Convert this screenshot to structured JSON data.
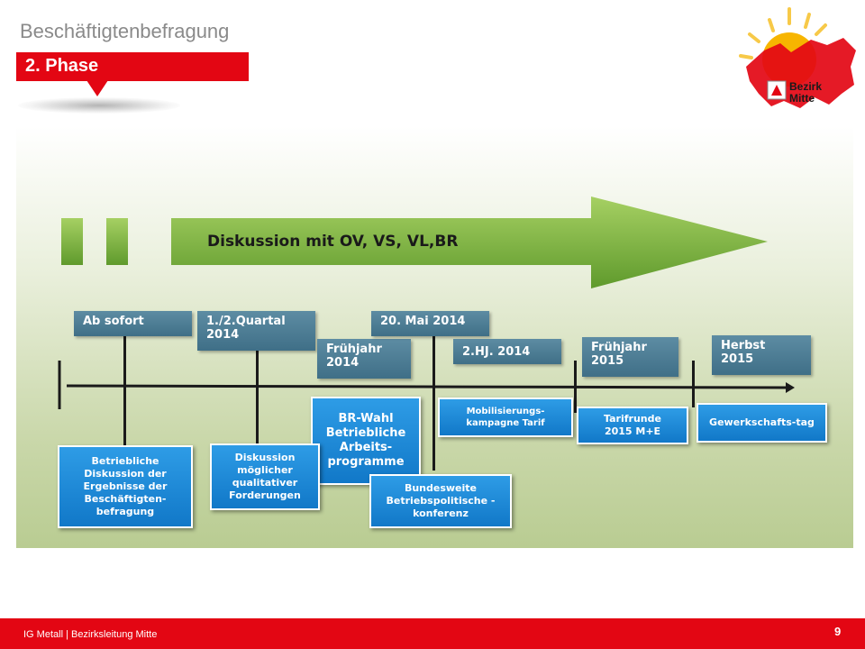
{
  "header": {
    "title": "Beschäftigtenbefragung",
    "phase": "2. Phase"
  },
  "logo": {
    "line1": "Bezirk",
    "line2": "Mitte",
    "colors": {
      "sun": "#f7b500",
      "region": "#e30613",
      "rays": "#f7c948"
    }
  },
  "arrow": {
    "label": "Diskussion mit OV, VS, VL,BR",
    "color": "#7fb33a"
  },
  "dates": {
    "ab_sofort": "Ab sofort",
    "quartal": "1./2.Quartal 2014",
    "fruehjahr_2014": "Frühjahr 2014",
    "mai_2014": "20. Mai 2014",
    "hj_2014": "2.HJ. 2014",
    "fruehjahr_2015": "Frühjahr 2015",
    "herbst_2015": "Herbst 2015"
  },
  "events": {
    "betriebliche_diskussion": "Betriebliche Diskussion der Ergebnisse der Beschäftigten-befragung",
    "diskussion_forderungen": "Diskussion möglicher qualitativer Forderungen",
    "br_wahl": "BR-Wahl Betriebliche Arbeits-programme",
    "bundesweite_konferenz": "Bundesweite Betriebspolitische -konferenz",
    "mobilisierung": "Mobilisierungs-kampagne Tarif",
    "tarifrunde": "Tarifrunde 2015 M+E",
    "gewerkschaftstag": "Gewerkschafts-tag"
  },
  "footer": {
    "text": "IG Metall | Bezirksleitung Mitte",
    "page": "9"
  },
  "colors": {
    "brand_red": "#e30613",
    "date_box": "#4a7c95",
    "event_box": "#1a87d6"
  }
}
